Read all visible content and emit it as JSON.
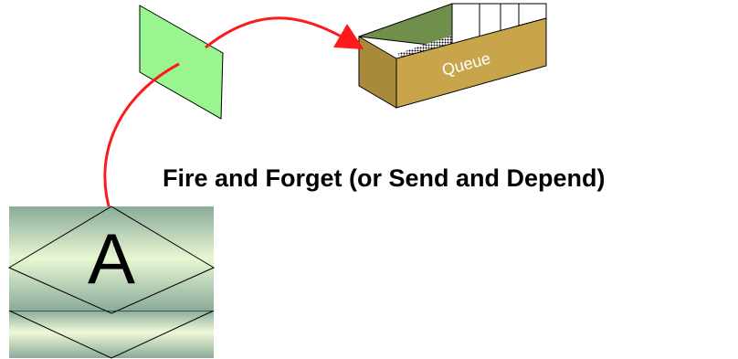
{
  "caption": "Fire and Forget (or Send and Depend)",
  "node_label": "A",
  "queue_label": "Queue",
  "colors": {
    "message": "#99f58d",
    "queue_box": "#c8a44a",
    "queue_inner": "#6f8f4a",
    "arrow": "#ff1a1a",
    "node_top": "#b9dcb0",
    "node_grad_dark": "#8aab9a"
  },
  "icons": [
    "message-card-icon",
    "queue-box-icon",
    "send-arrow-icon",
    "application-node-icon"
  ]
}
